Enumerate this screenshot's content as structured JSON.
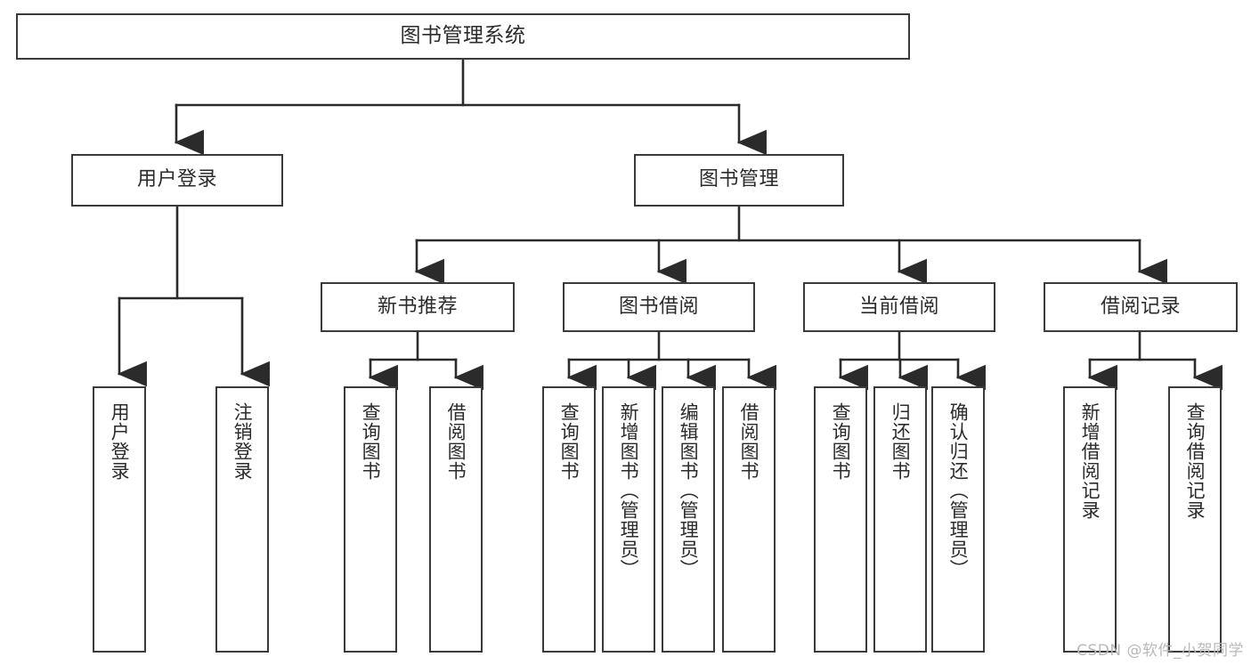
{
  "diagram": {
    "title": "图书管理系统",
    "type": "hierarchy-tree",
    "colors": {
      "box_stroke": "#3a3a3a",
      "box_fill": "#ffffff",
      "connector": "#2b2b2b",
      "text": "#2b2b2b",
      "watermark": "#b9b9b9",
      "background": "#ffffff"
    },
    "root": {
      "label": "图书管理系统"
    },
    "level2": [
      {
        "label": "用户登录"
      },
      {
        "label": "图书管理"
      }
    ],
    "level3": [
      {
        "label": "新书推荐"
      },
      {
        "label": "图书借阅"
      },
      {
        "label": "当前借阅"
      },
      {
        "label": "借阅记录"
      }
    ],
    "leaves": {
      "user_login": [
        {
          "label": "用户登录"
        },
        {
          "label": "注销登录"
        }
      ],
      "new_book_recommend": [
        {
          "label": "查询图书"
        },
        {
          "label": "借阅图书"
        }
      ],
      "book_borrow": [
        {
          "label": "查询图书"
        },
        {
          "label": "新增图书（管理员）"
        },
        {
          "label": "编辑图书（管理员）"
        },
        {
          "label": "借阅图书"
        }
      ],
      "current_borrow": [
        {
          "label": "查询图书"
        },
        {
          "label": "归还图书"
        },
        {
          "label": "确认归还（管理员）"
        }
      ],
      "borrow_record": [
        {
          "label": "新增借阅记录"
        },
        {
          "label": "查询借阅记录"
        }
      ]
    }
  },
  "watermark": {
    "text": "CSDN @软件_小贺同学"
  }
}
